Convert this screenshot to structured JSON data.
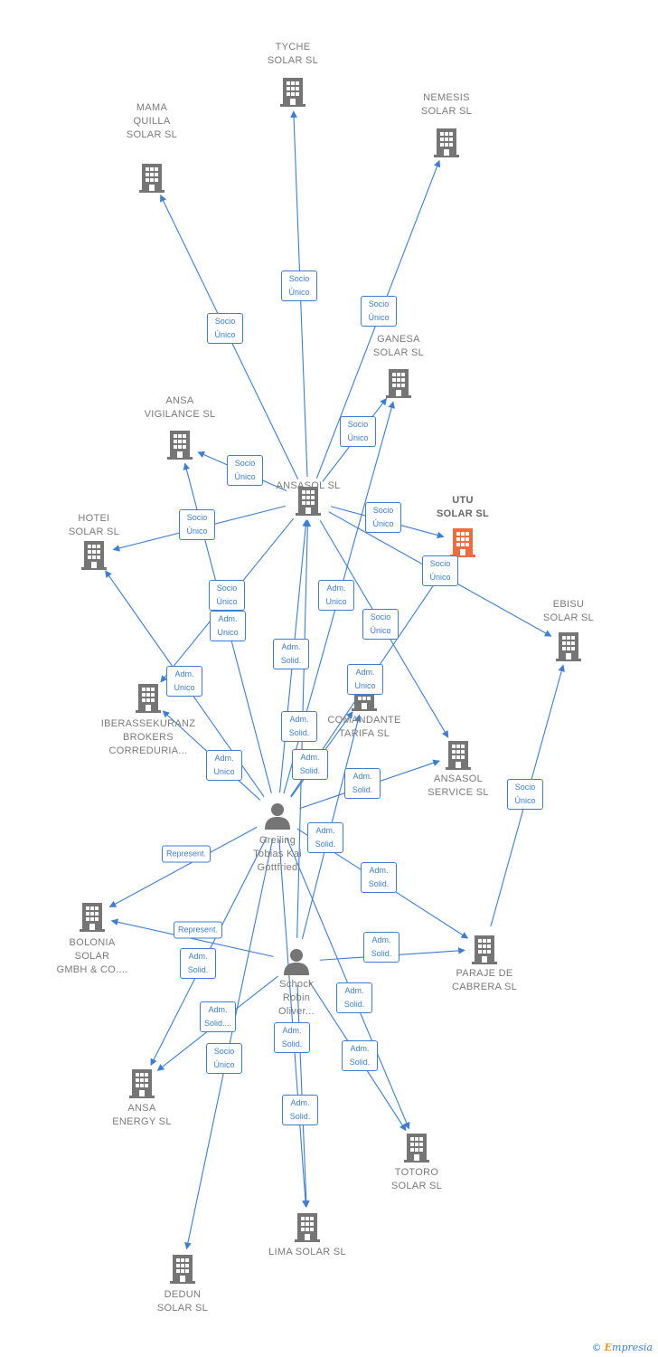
{
  "colors": {
    "edge": "#3a7fd5",
    "building": "#757575",
    "highlight": "#f26a3d",
    "person": "#757575",
    "label": "#7a7a7a"
  },
  "nodes": [
    {
      "id": "tyche",
      "type": "company",
      "label": "TYCHE\nSOLAR SL"
    },
    {
      "id": "nemesis",
      "type": "company",
      "label": "NEMESIS\nSOLAR SL"
    },
    {
      "id": "mama",
      "type": "company",
      "label": "MAMA\nQUILLA\nSOLAR SL"
    },
    {
      "id": "ganesa",
      "type": "company",
      "label": "GANESA\nSOLAR SL"
    },
    {
      "id": "ansavig",
      "type": "company",
      "label": "ANSA\nVIGILANCE SL"
    },
    {
      "id": "ansasol",
      "type": "company",
      "label": "ANSASOL SL"
    },
    {
      "id": "utu",
      "type": "company",
      "label": "UTU\nSOLAR SL",
      "highlight": true
    },
    {
      "id": "hotei",
      "type": "company",
      "label": "HOTEI\nSOLAR SL"
    },
    {
      "id": "ebisu",
      "type": "company",
      "label": "EBISU\nSOLAR SL"
    },
    {
      "id": "iberas",
      "type": "company",
      "label": "IBERASSEKURANZ\nBROKERS\nCORREDURIA..."
    },
    {
      "id": "comandante",
      "type": "company",
      "label": "COMANDANTE\nTARIFA SL"
    },
    {
      "id": "ansaserv",
      "type": "company",
      "label": "ANSASOL\nSERVICE SL"
    },
    {
      "id": "greiling",
      "type": "person",
      "label": "Greiling\nTobias Kai\nGottfried"
    },
    {
      "id": "bolonia",
      "type": "company",
      "label": "BOLONIA\nSOLAR\nGMBH & CO...."
    },
    {
      "id": "paraje",
      "type": "company",
      "label": "PARAJE DE\nCABRERA SL"
    },
    {
      "id": "schock",
      "type": "person",
      "label": "Schock\nRobin\nOliver..."
    },
    {
      "id": "ansaenergy",
      "type": "company",
      "label": "ANSA\nENERGY SL"
    },
    {
      "id": "totoro",
      "type": "company",
      "label": "TOTORO\nSOLAR SL"
    },
    {
      "id": "lima",
      "type": "company",
      "label": "LIMA SOLAR SL"
    },
    {
      "id": "dedun",
      "type": "company",
      "label": "DEDUN\nSOLAR SL"
    }
  ],
  "edges": [
    {
      "from": "ansasol",
      "to": "tyche",
      "label": "Socio\nÚnico"
    },
    {
      "from": "ansasol",
      "to": "nemesis",
      "label": "Socio\nÚnico"
    },
    {
      "from": "ansasol",
      "to": "mama",
      "label": "Socio\nÚnico"
    },
    {
      "from": "ansasol",
      "to": "ganesa",
      "label": "Socio\nÚnico"
    },
    {
      "from": "ansasol",
      "to": "ansavig",
      "label": "Socio\nÚnico"
    },
    {
      "from": "ansasol",
      "to": "hotei",
      "label": "Socio\nÚnico"
    },
    {
      "from": "ansasol",
      "to": "utu",
      "label": "Socio\nÚnico"
    },
    {
      "from": "ansasol",
      "to": "ebisu",
      "label": "Socio\nÚnico"
    },
    {
      "from": "ansasol",
      "to": "iberas",
      "label": "Socio\nÚnico"
    },
    {
      "from": "ansasol",
      "to": "ansaserv",
      "label": "Socio\nÚnico"
    },
    {
      "from": "greiling",
      "to": "ansavig",
      "label": "Adm.\nUnico"
    },
    {
      "from": "greiling",
      "to": "hotei",
      "label": "Adm.\nUnico"
    },
    {
      "from": "greiling",
      "to": "ansasol",
      "label": "Adm.\nSolid."
    },
    {
      "from": "greiling",
      "to": "ganesa",
      "label": "Adm.\nUnico"
    },
    {
      "from": "greiling",
      "to": "utu",
      "label": "Adm.\nUnico"
    },
    {
      "from": "greiling",
      "to": "iberas",
      "label": "Adm.\nUnico"
    },
    {
      "from": "greiling",
      "to": "comandante",
      "label": "Adm.\nSolid."
    },
    {
      "from": "greiling",
      "to": "ansaserv",
      "label": "Adm.\nSolid."
    },
    {
      "from": "greiling",
      "to": "bolonia",
      "label": "Represent."
    },
    {
      "from": "greiling",
      "to": "paraje",
      "label": "Adm.\nSolid."
    },
    {
      "from": "greiling",
      "to": "ansaenergy",
      "label": "Adm.\nSolid."
    },
    {
      "from": "greiling",
      "to": "totoro",
      "label": "Adm.\nSolid."
    },
    {
      "from": "greiling",
      "to": "lima",
      "label": "Adm.\nSolid."
    },
    {
      "from": "greiling",
      "to": "dedun",
      "label": "Socio\nÚnico"
    },
    {
      "from": "schock",
      "to": "ansasol",
      "label": "Adm.\nSolid."
    },
    {
      "from": "schock",
      "to": "comandante",
      "label": "Adm.\nSolid."
    },
    {
      "from": "schock",
      "to": "bolonia",
      "label": "Represent."
    },
    {
      "from": "schock",
      "to": "paraje",
      "label": "Adm.\nSolid."
    },
    {
      "from": "schock",
      "to": "ansaenergy",
      "label": "Adm.\nSolid...."
    },
    {
      "from": "schock",
      "to": "totoro",
      "label": "Adm.\nSolid."
    },
    {
      "from": "schock",
      "to": "lima",
      "label": "Adm.\nSolid."
    },
    {
      "from": "paraje",
      "to": "ebisu",
      "label": "Socio\nÚnico"
    }
  ],
  "footer": {
    "copyright": "©",
    "brand_initial": "E",
    "brand_rest": "mpresia"
  }
}
